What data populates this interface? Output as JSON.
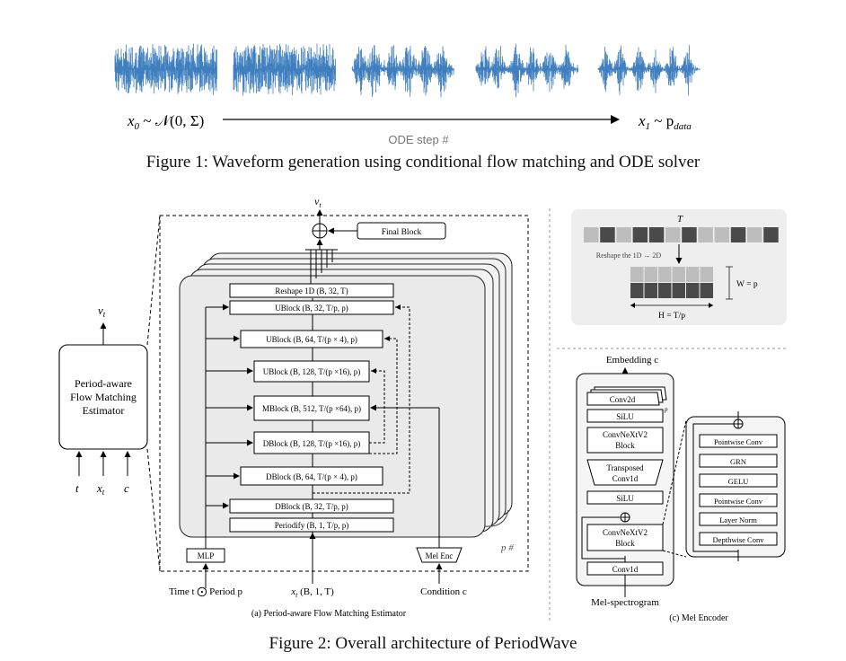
{
  "figure1": {
    "start_label_x": "x",
    "start_label_sub": "0",
    "start_label_rest": " ~ 𝒩(0, Σ)",
    "end_label_x": "x",
    "end_label_sub": "1",
    "end_label_rest": " ~ p",
    "end_label_sub2": "data",
    "ode_label": "ODE step #",
    "caption": "Figure 1: Waveform generation using conditional flow matching and ODE solver"
  },
  "figure2": {
    "left_box": {
      "output": "v",
      "output_sub": "t",
      "title_lines": [
        "Period-aware",
        "Flow Matching",
        "Estimator"
      ],
      "inputs": [
        {
          "main": "t",
          "sub": ""
        },
        {
          "main": "x",
          "sub": "t"
        },
        {
          "main": "c",
          "sub": ""
        }
      ]
    },
    "estimator": {
      "output": "v",
      "output_sub": "t",
      "final_block": "Final Block",
      "blocks": [
        "Reshape 1D (B, 32, T)",
        "UBlock (B, 32, T/p, p)",
        "UBlock (B, 64, T/(p × 4), p)",
        "UBlock (B, 128, T/(p ×16), p)",
        "MBlock (B, 512, T/(p ×64), p)",
        "DBlock (B, 128, T/(p ×16), p)",
        "DBlock (B, 64, T/(p × 4), p)",
        "DBlock (B, 32, T/p, p)",
        "Periodify (B, 1, T/p, p)"
      ],
      "mlp": "MLP",
      "mel_enc": "Mel Enc",
      "stack_label": "p #",
      "input_time": "Time t ⨀ Period p",
      "input_x": "x",
      "input_x_sub": "t",
      "input_x_rest": " (B, 1, T)",
      "input_cond": "Condition c",
      "caption": "(a) Period-aware Flow Matching Estimator"
    },
    "reshape": {
      "t_label": "T",
      "arrow_label": "Reshape the 1D → 2D",
      "w_label": "W = p",
      "h_label": "H =  T/p"
    },
    "mel_encoder": {
      "embedding": "Embedding c",
      "blocks": [
        "Conv2d",
        "SiLU",
        "ConvNeXtV2 Block",
        "Transposed Conv1d",
        "SiLU",
        "ConvNeXtV2 Block",
        "Conv1d"
      ],
      "conv2d_p": "p",
      "input": "Mel-spectrogram",
      "inner_blocks": [
        "Pointwise Conv",
        "GRN",
        "GELU",
        "Pointwise Conv",
        "Layer Norm",
        "Depthwise Conv"
      ],
      "caption": "(c) Mel Encoder"
    },
    "caption": "Figure 2: Overall architecture of PeriodWave"
  },
  "colors": {
    "waveform": "#3f7fbf",
    "cell_dark": "#4a4a4a",
    "cell_light": "#bdbdbd",
    "panel_bg": "#eeeeee",
    "stack_bg": "#ececec"
  }
}
